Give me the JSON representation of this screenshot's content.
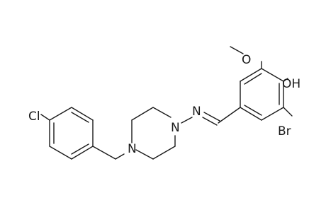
{
  "atom_labels": {
    "cl": "Cl",
    "n_piperazine_lower": "N",
    "n_piperazine_upper": "N",
    "n_imine": "N",
    "o_methoxy": "O",
    "oh": "OH",
    "br": "Br"
  }
}
